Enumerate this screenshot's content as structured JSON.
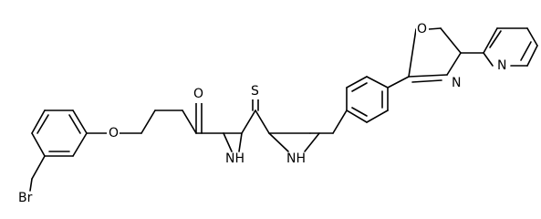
{
  "atoms": {
    "br": "Br",
    "o_ether": "O",
    "o_carbonyl": "O",
    "nh_amide": "NH",
    "s_thio": "S",
    "nh_aryl": "NH",
    "n_oxazole": "N",
    "o_oxazole": "O",
    "n_pyridine": "N"
  }
}
